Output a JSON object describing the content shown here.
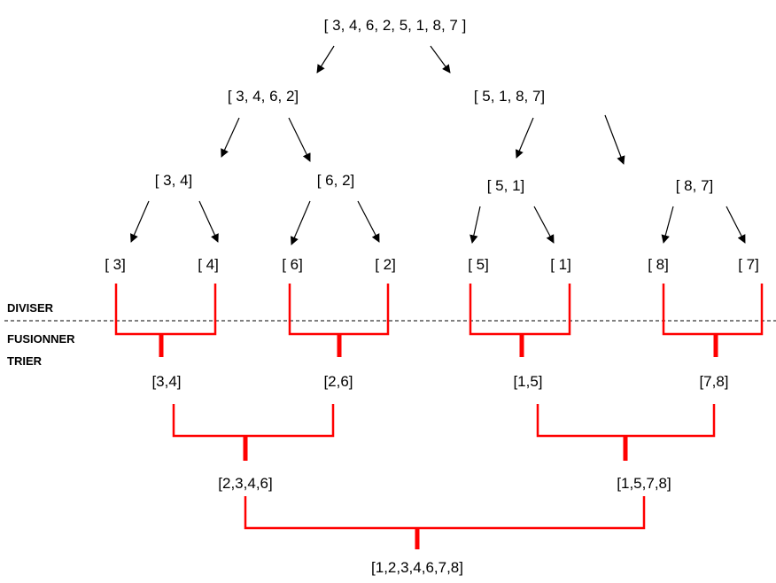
{
  "phases": {
    "divide": "DIVISER",
    "merge": "FUSIONNER",
    "sort": "TRIER"
  },
  "divide_tree": {
    "root": "[ 3, 4, 6, 2, 5, 1, 8, 7 ]",
    "level1": [
      "[ 3, 4, 6, 2]",
      "[ 5, 1, 8, 7]"
    ],
    "level2": [
      "[ 3, 4]",
      "[ 6, 2]",
      "[ 5, 1]",
      "[ 8, 7]"
    ],
    "level3": [
      "[ 3]",
      "[ 4]",
      "[ 6]",
      "[ 2]",
      "[ 5]",
      "[ 1]",
      "[ 8]",
      "[ 7]"
    ]
  },
  "merge_tree": {
    "level1": [
      "[3,4]",
      "[2,6]",
      "[1,5]",
      "[7,8]"
    ],
    "level2": [
      "[2,3,4,6]",
      "[1,5,7,8]"
    ],
    "result": "[1,2,3,4,6,7,8]"
  },
  "colors": {
    "merge_bracket": "#ff0000",
    "arrow": "#000000"
  }
}
